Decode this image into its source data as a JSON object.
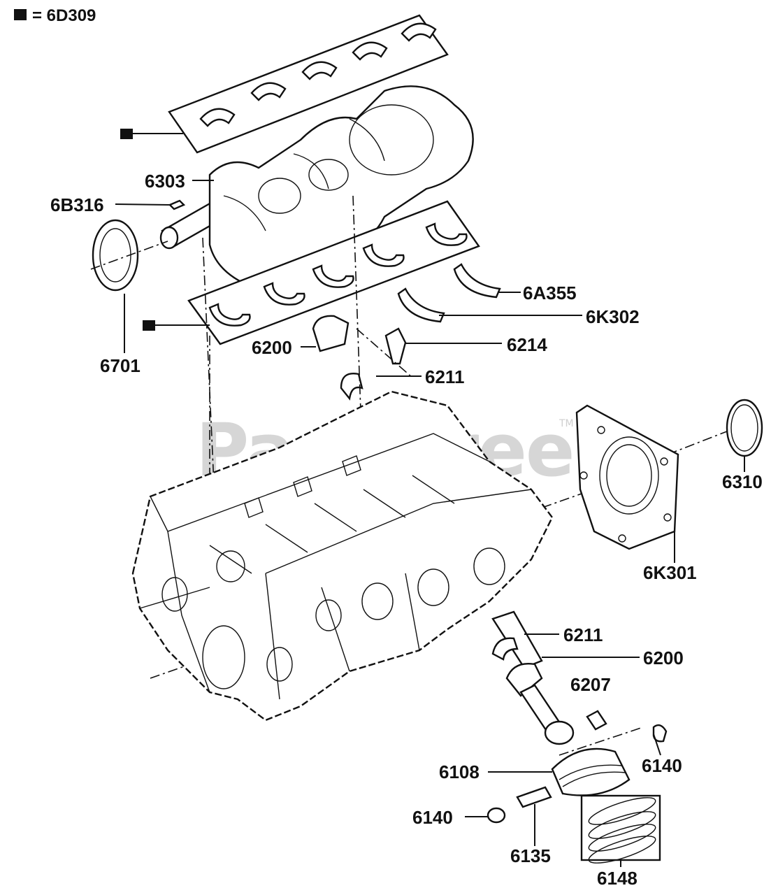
{
  "legend": {
    "symbol": "■",
    "text": "= 6D309"
  },
  "watermark": {
    "text": "PartsTree",
    "tm": "TM"
  },
  "callouts": {
    "c6303": "6303",
    "c6B316": "6B316",
    "c6701": "6701",
    "c6A355": "6A355",
    "c6K302": "6K302",
    "c6200a": "6200",
    "c6214": "6214",
    "c6211a": "6211",
    "c6310": "6310",
    "c6K301": "6K301",
    "c6211b": "6211",
    "c6200b": "6200",
    "c6207": "6207",
    "c6108": "6108",
    "c6140a": "6140",
    "c6140b": "6140",
    "c6135": "6135",
    "c6148": "6148"
  }
}
